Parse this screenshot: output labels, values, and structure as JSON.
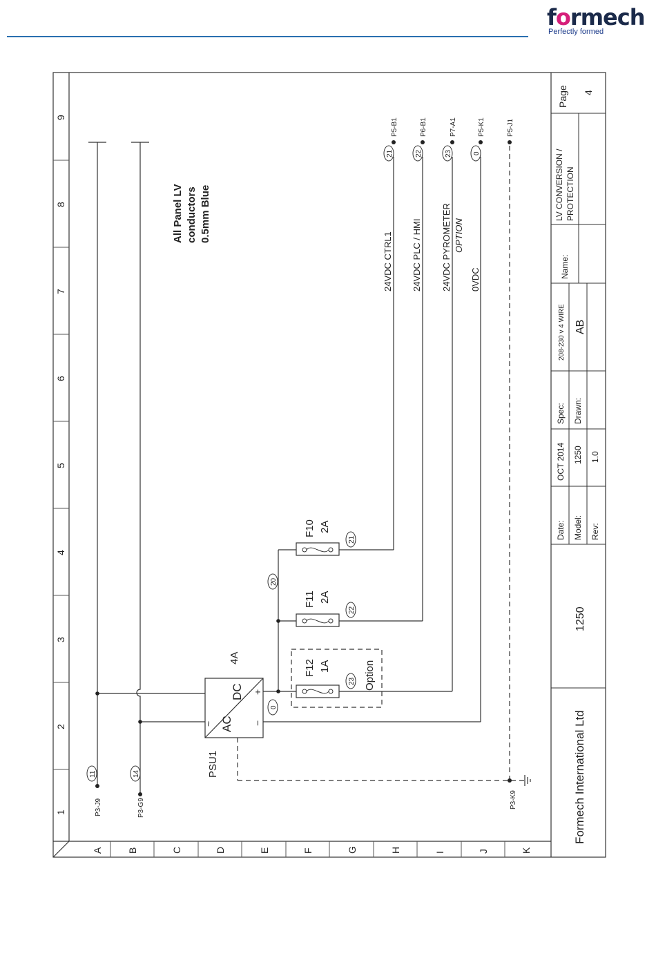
{
  "header": {
    "logo_prefix": "f",
    "logo_accent": "o",
    "logo_rest": "rmech",
    "tagline": "Perfectly formed",
    "line_color": "#2a6fb0"
  },
  "grid": {
    "columns": [
      "1",
      "2",
      "3",
      "4",
      "5",
      "6",
      "7",
      "8",
      "9"
    ],
    "rows": [
      "A",
      "B",
      "C",
      "D",
      "E",
      "F",
      "G",
      "H",
      "I",
      "J",
      "K"
    ]
  },
  "note": {
    "line1": "All Panel LV",
    "line2": "conductors",
    "line3": "0.5mm Blue"
  },
  "psu": {
    "tag": "PSU1",
    "rating": "4A",
    "ac": "AC",
    "dc": "DC",
    "plus": "+",
    "minus": "−",
    "tilde": "~"
  },
  "fuses": [
    {
      "tag": "F10",
      "rating": "2A",
      "wire": "21"
    },
    {
      "tag": "F11",
      "rating": "2A",
      "wire": "22"
    },
    {
      "tag": "F12",
      "rating": "1A",
      "wire": "23"
    }
  ],
  "option_label": "Option",
  "wires": {
    "w20": "20",
    "w0": "0",
    "w11": "11",
    "w14": "14"
  },
  "terminals": {
    "p3j9": "P3-J9",
    "p3g9": "P3-G9",
    "p3k9": "P3-K9"
  },
  "outputs": [
    {
      "label": "24VDC CTRL1",
      "wire": "21",
      "term": "P5-B1"
    },
    {
      "label": "24VDC PLC / HMI",
      "wire": "22",
      "term": "P6-B1"
    },
    {
      "label": "24VDC PYROMETER",
      "sub": "OPTION",
      "wire": "23",
      "term": "P7-A1"
    },
    {
      "label": "0VDC",
      "wire": "0",
      "term": "P5-K1"
    },
    {
      "label": "",
      "wire": "",
      "term": "P5-J1"
    }
  ],
  "titleblock": {
    "company": "Formech International Ltd",
    "model_big": "1250",
    "date_label": "Date:",
    "date_value": "OCT 2014",
    "model_label": "Model:",
    "model_value": "1250",
    "rev_label": "Rev:",
    "rev_value": "1.0",
    "spec_label": "Spec:",
    "spec_value": "208-230 v 4 WIRE",
    "drawn_label": "Drawn:",
    "drawn_value": "AB",
    "name_label": "Name:",
    "name_value_1": "LV CONVERSION /",
    "name_value_2": "PROTECTION",
    "page_label": "Page",
    "page_value": "4"
  }
}
